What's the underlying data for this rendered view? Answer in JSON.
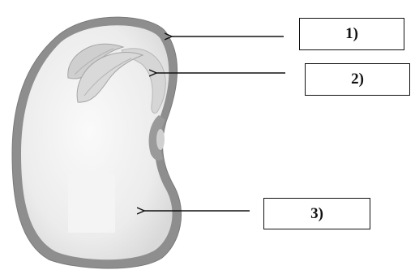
{
  "diagram": {
    "labels": [
      {
        "id": "1",
        "text": "1)"
      },
      {
        "id": "2",
        "text": "2)"
      },
      {
        "id": "3",
        "text": "3)"
      }
    ],
    "colors": {
      "seed_coat": "#8e8e8e",
      "seed_interior": "#e6e6e6",
      "embryo": "#d4d4d4",
      "arrow": "#111111"
    }
  }
}
